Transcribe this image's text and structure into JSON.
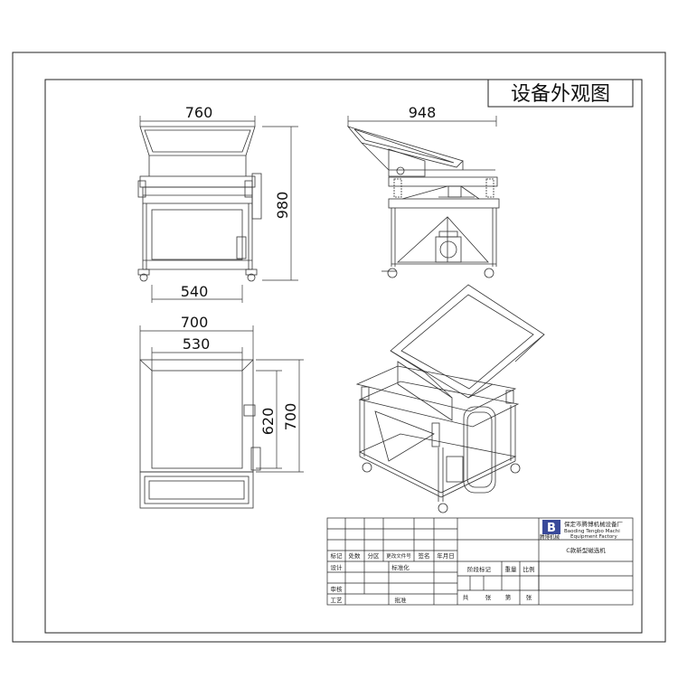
{
  "drawing_title": "设备外观图",
  "dimensions": {
    "front_width": "760",
    "front_height": "980",
    "front_inner_width": "540",
    "side_width": "948",
    "top_width": "700",
    "top_inner_width": "530",
    "top_inner_height": "620",
    "top_height": "700"
  },
  "title_block": {
    "company": "保定市腾博机械设备厂",
    "logo_text": "腾博机械",
    "company_en_line1": "Baoding Tengbo Machi",
    "company_en_line2": "Equipment Factory",
    "product_name": "C款新型磁选机",
    "labels": {
      "mark": "标记",
      "count": "处数",
      "zone": "分区",
      "doc_no": "更改文件号",
      "signature": "签名",
      "date": "年月日",
      "design": "设计",
      "standardize": "标准化",
      "stage_mark": "阶段标记",
      "weight": "重量",
      "scale": "比例",
      "review": "审核",
      "process": "工艺",
      "approve": "批准",
      "total": "共",
      "sheet1": "张",
      "page": "第",
      "sheet2": "张"
    }
  }
}
